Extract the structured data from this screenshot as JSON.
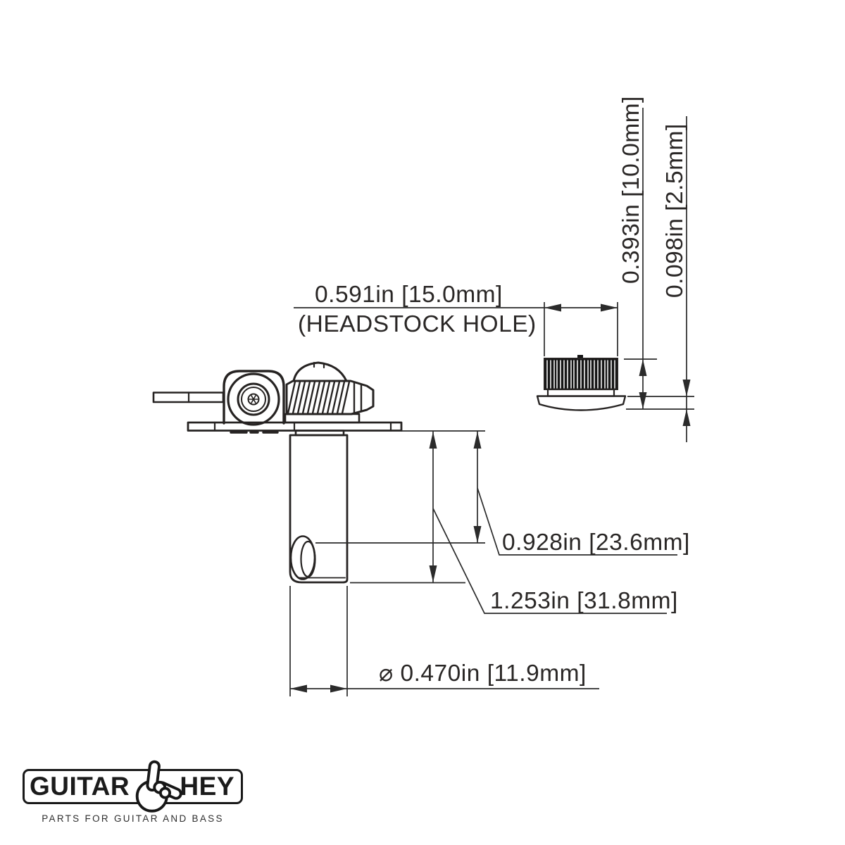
{
  "page": {
    "background": "#ffffff"
  },
  "drawing": {
    "colors": {
      "outline_stroke": "#262322",
      "dimension_stroke": "#2b2b2b",
      "knurl_fill": "#161616",
      "text": "#2a2726"
    },
    "dims": {
      "headstock_hole_value": "0.591in [15.0mm]",
      "headstock_hole_caption": "(HEADSTOCK HOLE)",
      "bushing_height": "0.393in [10.0mm]",
      "flange_height": "0.098in [2.5mm]",
      "post_hole_height": "0.928in [23.6mm]",
      "post_length": "1.253in [31.8mm]",
      "post_diameter": "⌀ 0.470in [11.9mm]"
    }
  },
  "logo": {
    "brand_left": "GUITAR",
    "brand_right": "HEY",
    "tagline": "PARTS FOR GUITAR AND BASS",
    "hand_icon": "rock-hand-icon",
    "border_color": "#191919"
  }
}
